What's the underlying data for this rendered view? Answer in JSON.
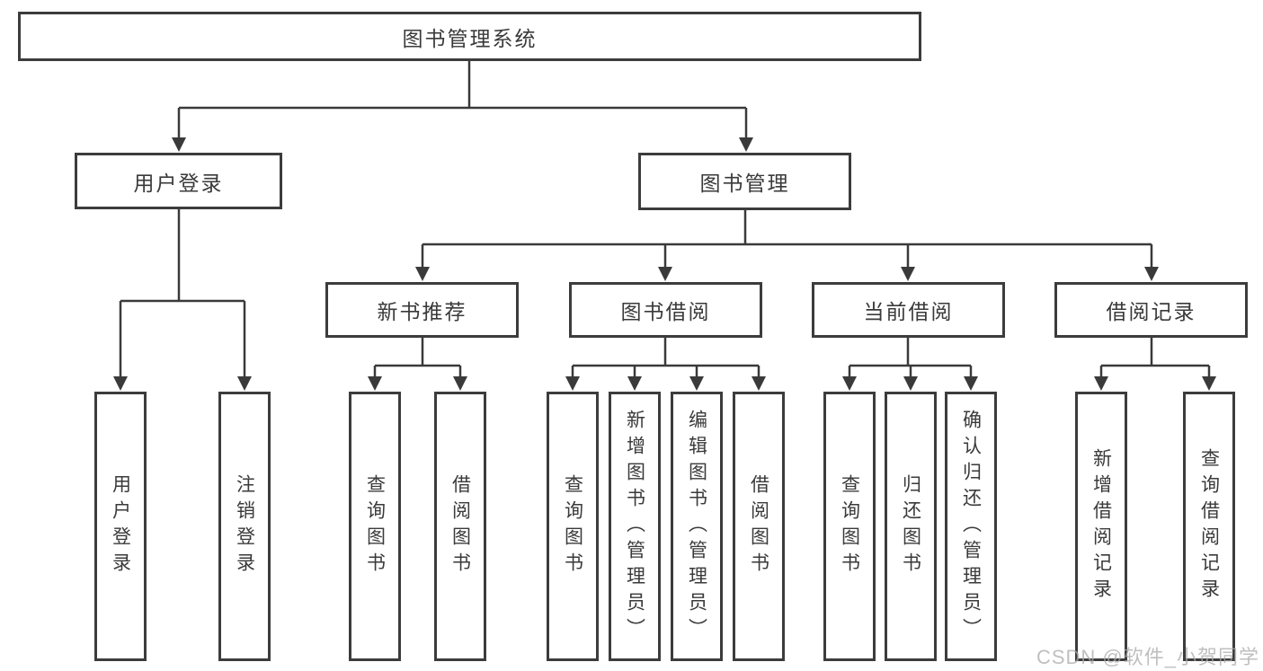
{
  "diagram": {
    "root": "图书管理系统",
    "login": {
      "label": "用户登录",
      "children": [
        "用户登录",
        "注销登录"
      ]
    },
    "management": {
      "label": "图书管理",
      "groups": [
        {
          "label": "新书推荐",
          "children": [
            "查询图书",
            "借阅图书"
          ]
        },
        {
          "label": "图书借阅",
          "children": [
            "查询图书",
            "新增图书（管理员）",
            "编辑图书（管理员）",
            "借阅图书"
          ]
        },
        {
          "label": "当前借阅",
          "children": [
            "查询图书",
            "归还图书",
            "确认归还（管理员）"
          ]
        },
        {
          "label": "借阅记录",
          "children": [
            "新增借阅记录",
            "查询借阅记录"
          ]
        }
      ]
    }
  },
  "watermark": "CSDN @软件_小贺同学",
  "colors": {
    "line": "#3a3a3a",
    "box_border": "#3c3c3c",
    "text": "#3a3a3a",
    "watermark": "#aaaaaa",
    "background": "#ffffff"
  }
}
